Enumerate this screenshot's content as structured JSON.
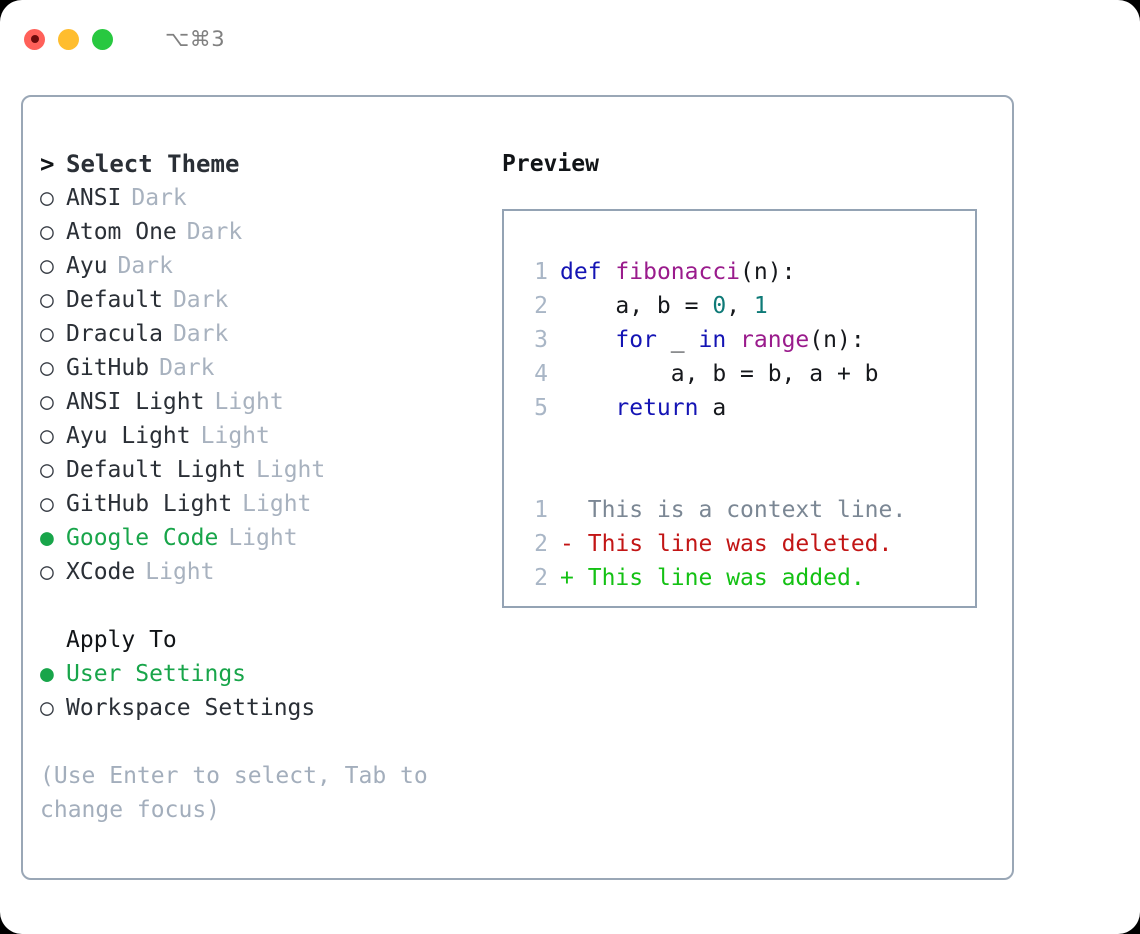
{
  "window": {
    "traffic_lights": [
      {
        "name": "close",
        "color": "#ff6059"
      },
      {
        "name": "minimize",
        "color": "#ffbd2e"
      },
      {
        "name": "maximize",
        "color": "#28c840"
      }
    ],
    "shortcut": "⌥⌘3"
  },
  "theme_picker": {
    "header": {
      "prefix": ">",
      "title": "Select Theme"
    },
    "items": [
      {
        "marker": "○",
        "label": "ANSI",
        "tag": "Dark",
        "selected": false
      },
      {
        "marker": "○",
        "label": "Atom One",
        "tag": "Dark",
        "selected": false
      },
      {
        "marker": "○",
        "label": "Ayu",
        "tag": "Dark",
        "selected": false
      },
      {
        "marker": "○",
        "label": "Default",
        "tag": "Dark",
        "selected": false
      },
      {
        "marker": "○",
        "label": "Dracula",
        "tag": "Dark",
        "selected": false
      },
      {
        "marker": "○",
        "label": "GitHub",
        "tag": "Dark",
        "selected": false
      },
      {
        "marker": "○",
        "label": "ANSI Light",
        "tag": "Light",
        "selected": false
      },
      {
        "marker": "○",
        "label": "Ayu Light",
        "tag": "Light",
        "selected": false
      },
      {
        "marker": "○",
        "label": "Default Light",
        "tag": "Light",
        "selected": false
      },
      {
        "marker": "○",
        "label": "GitHub Light",
        "tag": "Light",
        "selected": false
      },
      {
        "marker": "●",
        "label": "Google Code",
        "tag": "Light",
        "selected": true
      },
      {
        "marker": "○",
        "label": "XCode",
        "tag": "Light",
        "selected": false
      }
    ]
  },
  "apply_to": {
    "title": "Apply To",
    "options": [
      {
        "marker": "●",
        "label": "User Settings",
        "selected": true
      },
      {
        "marker": "○",
        "label": "Workspace Settings",
        "selected": false
      }
    ]
  },
  "hint": "(Use Enter to select, Tab to change focus)",
  "preview": {
    "title": "Preview",
    "code": [
      {
        "num": "1",
        "text": "def fibonacci(n):"
      },
      {
        "num": "2",
        "text": "    a, b = 0, 1"
      },
      {
        "num": "3",
        "text": "    for _ in range(n):"
      },
      {
        "num": "4",
        "text": "        a, b = b, a + b"
      },
      {
        "num": "5",
        "text": "    return a"
      }
    ],
    "diff": [
      {
        "num": "1",
        "sign": " ",
        "text": "This is a context line.",
        "kind": "context"
      },
      {
        "num": "2",
        "sign": "-",
        "text": "This line was deleted.",
        "kind": "deleted"
      },
      {
        "num": "2",
        "sign": "+",
        "text": "This line was added.",
        "kind": "added"
      }
    ]
  },
  "colors": {
    "selected_green": "#18a54a",
    "tag_gray": "#a8b2bf",
    "keyword_blue": "#1414b4",
    "function_magenta": "#9a1b8c",
    "number_teal": "#0e7a77",
    "diff_deleted_red": "#c21515",
    "diff_added_green": "#14c114",
    "diff_context_gray": "#7b8794",
    "border_gray": "#94a3b4"
  }
}
